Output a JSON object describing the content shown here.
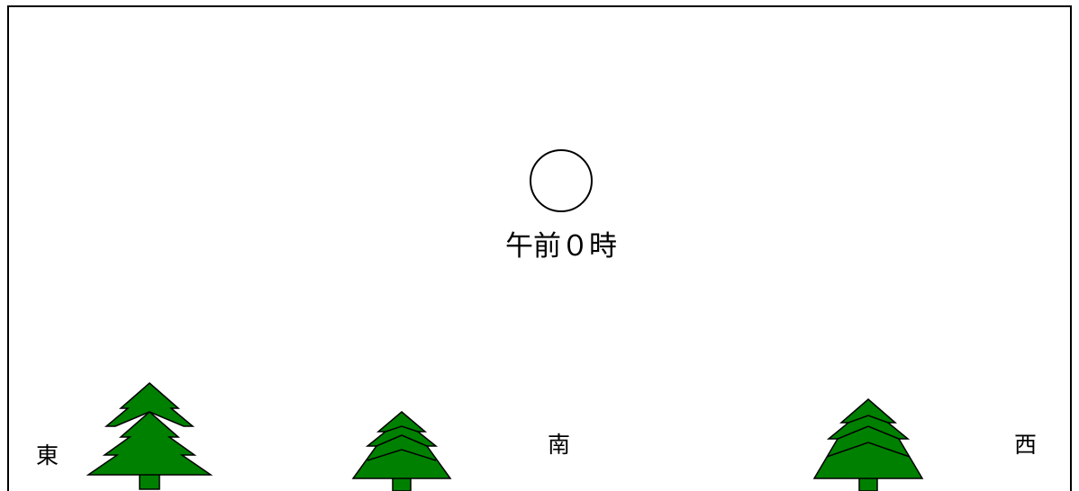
{
  "scene": {
    "time_label": "午前０時",
    "directions": {
      "east": "東",
      "south": "南",
      "west": "西"
    },
    "colors": {
      "tree_fill": "#008000",
      "stroke": "#000000",
      "background": "#ffffff"
    }
  }
}
